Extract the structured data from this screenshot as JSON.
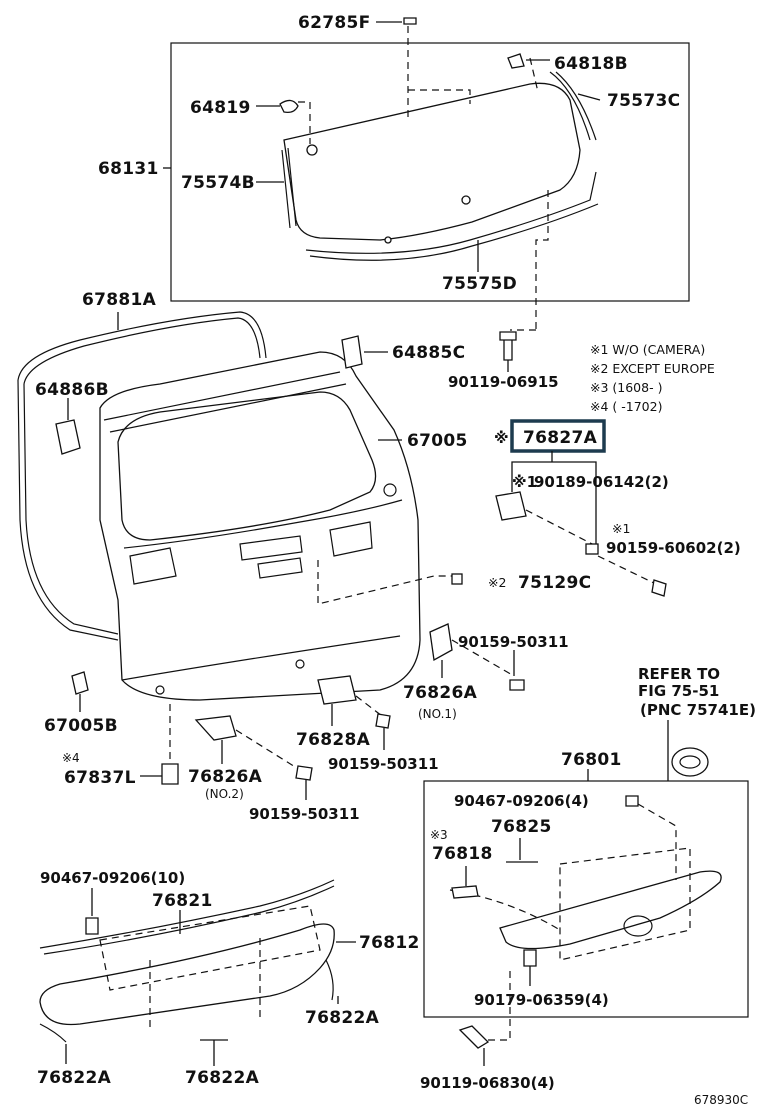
{
  "diagram": {
    "figure_id": "678930C",
    "highlighted_part": "76827A",
    "glass_assembly": {
      "parts": [
        "62785F",
        "64818B",
        "64819",
        "75573C",
        "68131",
        "75574B",
        "75575D"
      ]
    },
    "door_assembly": {
      "parts": [
        "67881A",
        "64885C",
        "64886B",
        "90119-06915",
        "67005",
        "67005B"
      ]
    },
    "notes": {
      "n1": "※1 W/O (CAMERA)",
      "n2": "※2 EXCEPT EUROPE",
      "n3": "※3 (1608-      )",
      "n4": "※4 (      -1702)"
    },
    "markers": {
      "m1": "※1",
      "m2": "※2",
      "m3": "※3",
      "m4": "※4",
      "main": "※"
    },
    "hardware": {
      "p90189": "90189-06142(2)",
      "p90159a": "90159-60602(2)",
      "p75129": "75129C",
      "p90159b": "90159-50311",
      "p76826a": "76826A",
      "p76826a_no1": "(NO.1)",
      "p76828": "76828A",
      "p90159c": "90159-50311",
      "p76826b": "76826A",
      "p76826b_no2": "(NO.2)",
      "p90159d": "90159-50311",
      "p67837": "67837L"
    },
    "refer": {
      "line1": "REFER TO",
      "line2": "FIG 75-51",
      "line3": "(PNC 75741E)"
    },
    "garnish_assembly": {
      "title": "76801",
      "p90467": "90467-09206(4)",
      "p76825": "76825",
      "p76818": "76818",
      "p90179": "90179-06359(4)",
      "p90119": "90119-06830(4)"
    },
    "spoiler_assembly": {
      "p90467": "90467-09206(10)",
      "p76821": "76821",
      "p76812": "76812",
      "p76822a": "76822A",
      "p76822b": "76822A",
      "p76822c": "76822A"
    }
  }
}
